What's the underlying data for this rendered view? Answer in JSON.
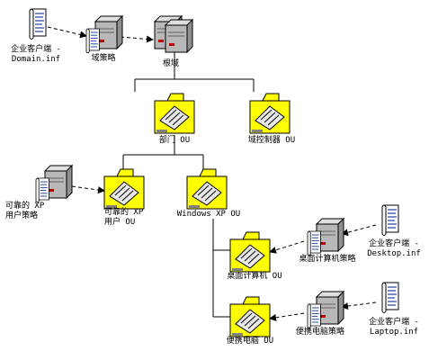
{
  "nodes": {
    "domain_inf_label": {
      "line1": "企业客户端 -",
      "line2": "Domain.inf"
    },
    "domain_policy_label": "域策略",
    "domain_label": "根域",
    "dept_ou_label": "部门 OU",
    "dc_ou_label": "域控制器 OU",
    "user_policy_label": {
      "line1": "可靠的 XP",
      "line2": "用户策略"
    },
    "reliable_ou_label": {
      "line1": "可靠的 XP",
      "line2": "用户 OU"
    },
    "winxp_ou_label": "Windows XP OU",
    "desktop_ou_label": "桌面计算机 OU",
    "desktop_policy_label": "桌面计算机策略",
    "desktop_inf_label": {
      "line1": "企业客户端 -",
      "line2": "Desktop.inf"
    },
    "laptop_ou_label": "便携电脑 OU",
    "laptop_policy_label": "便携电脑策略",
    "laptop_inf_label": {
      "line1": "企业客户端 -",
      "line2": "Laptop.inf"
    }
  },
  "colors": {
    "folder": "#ffff00",
    "server": "#b8b8b8",
    "document": "#ffffff",
    "text_lines": "#2040a0",
    "line": "#000000"
  }
}
